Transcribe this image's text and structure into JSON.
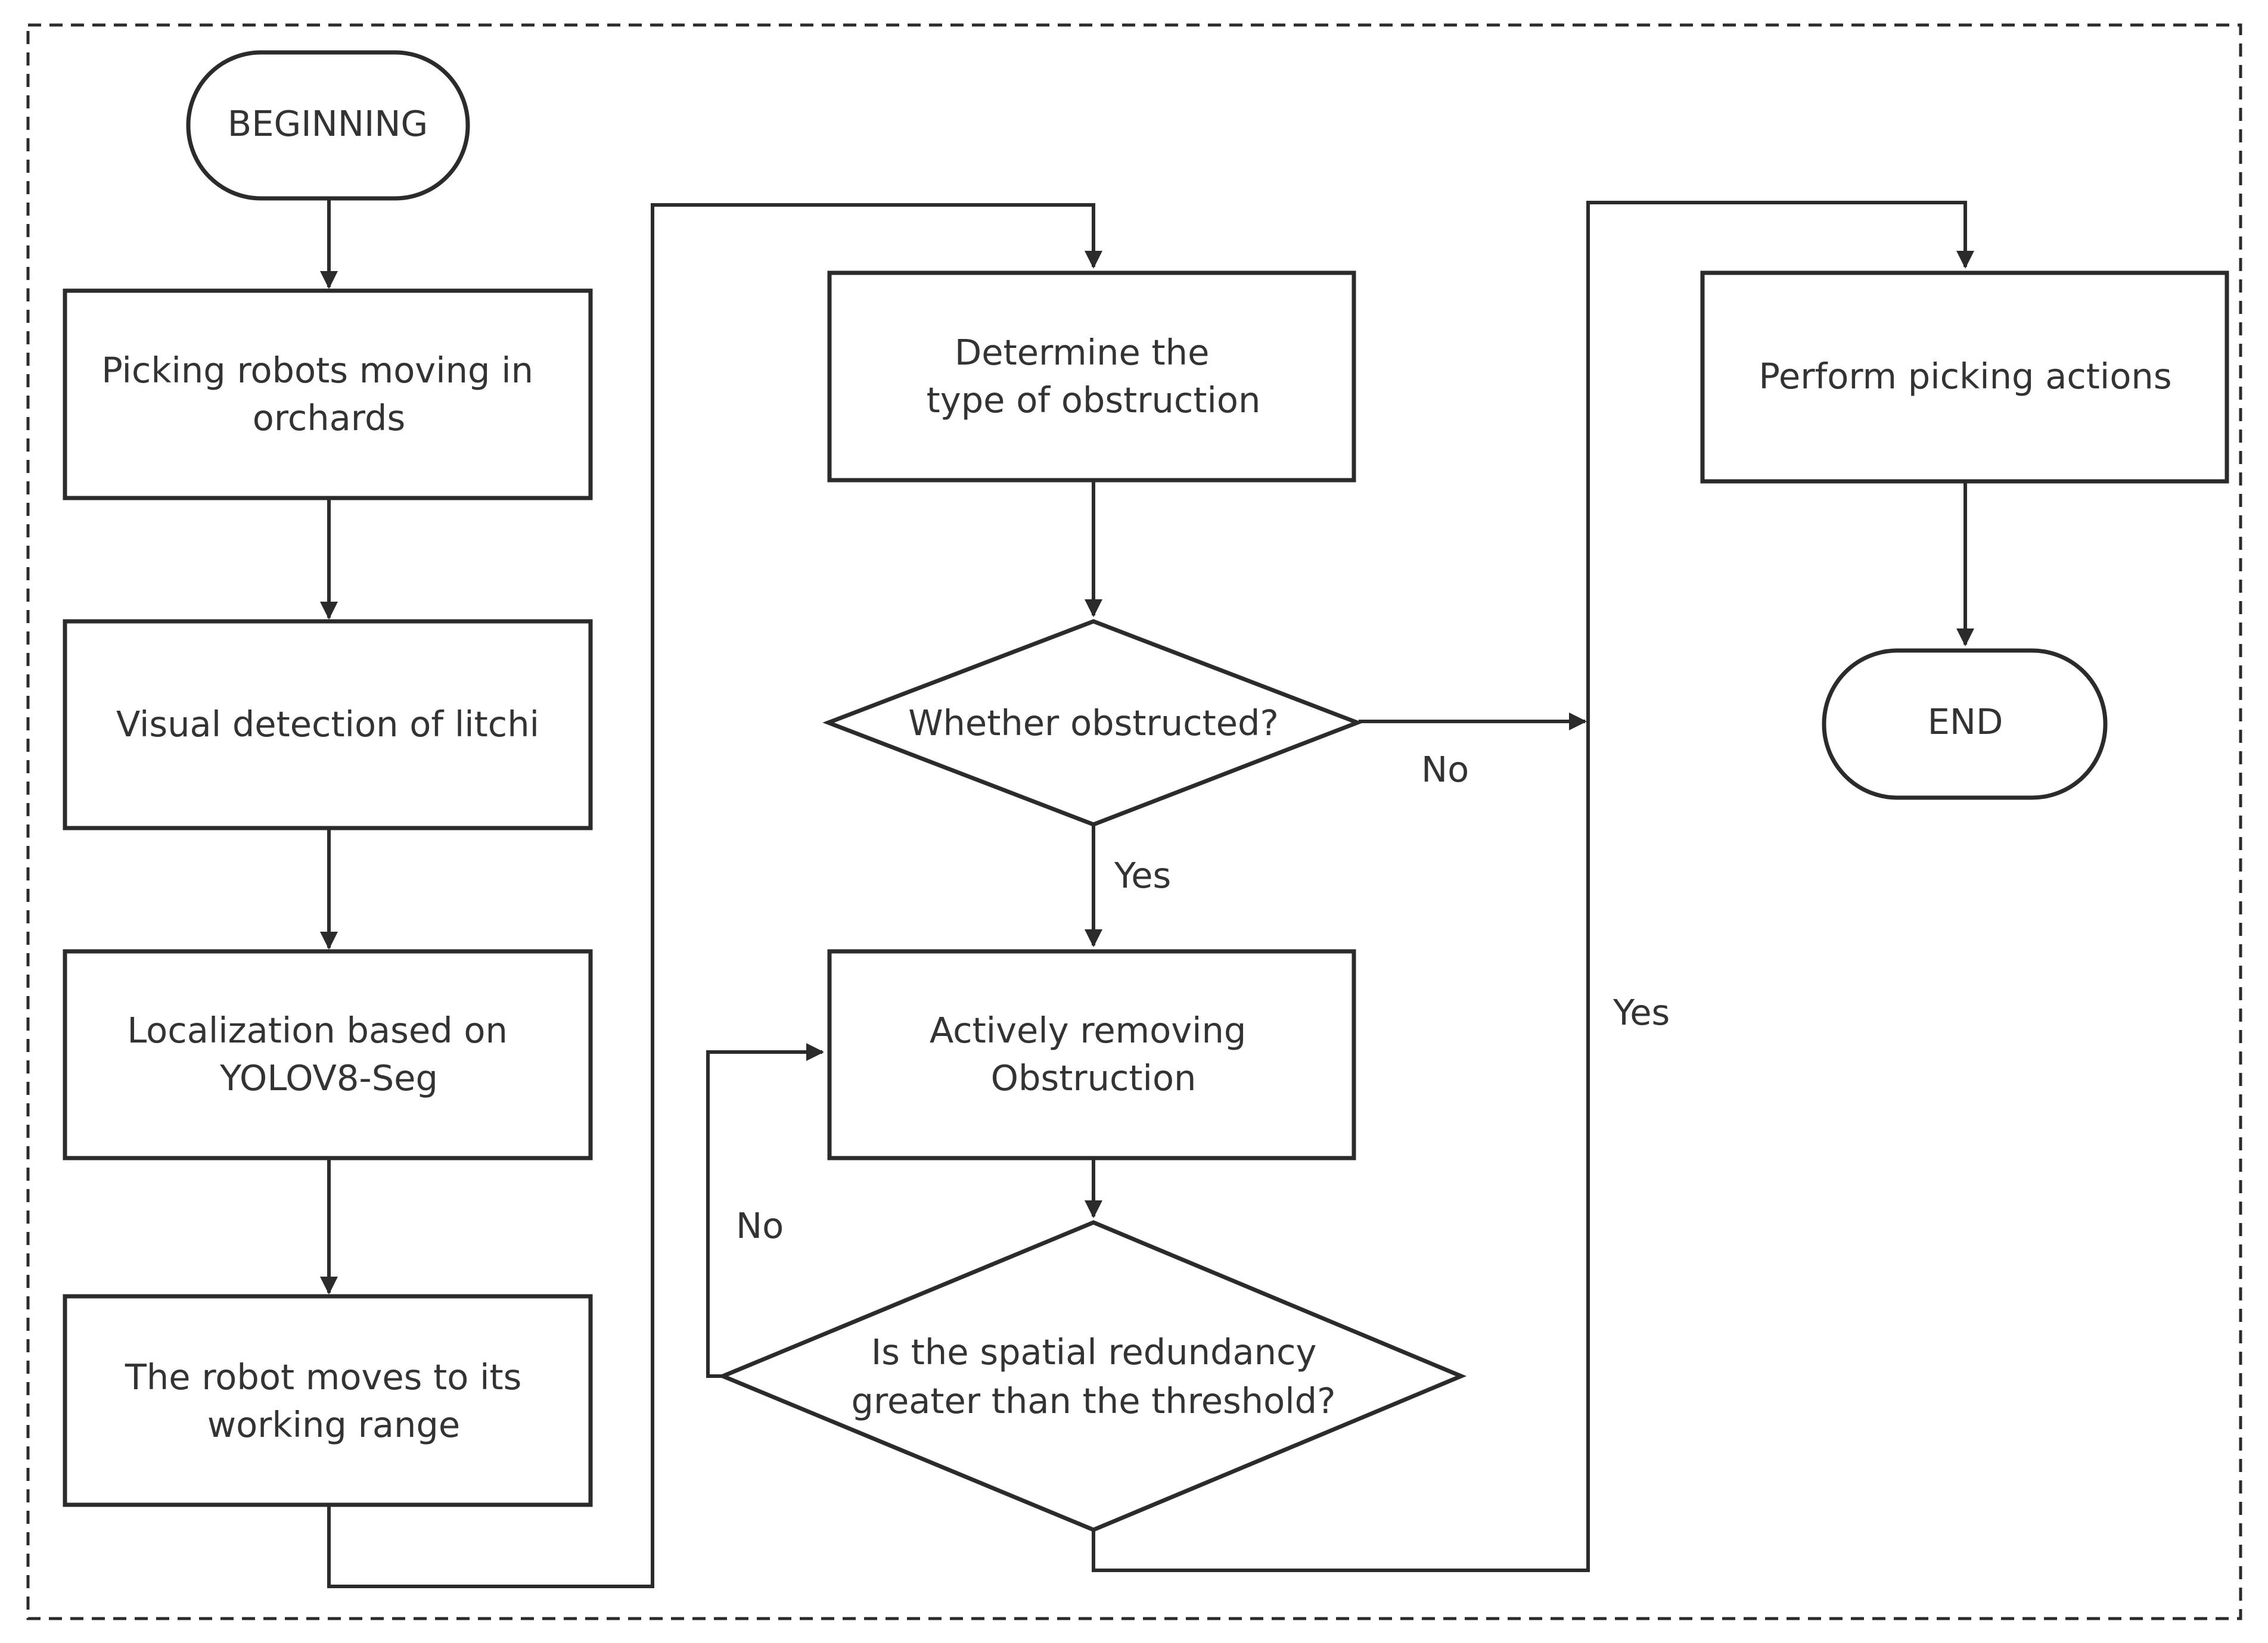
{
  "colors": {
    "line": "#2b2b2b",
    "text": "#333333",
    "background": "#ffffff"
  },
  "nodes": {
    "start": {
      "label": "BEGINNING"
    },
    "picking_robots": {
      "lines": [
        "Picking robots moving in",
        "orchards"
      ]
    },
    "visual_detection": {
      "lines": [
        "Visual detection of litchi"
      ]
    },
    "localization": {
      "lines": [
        "Localization based on",
        "YOLOV8-Seg"
      ]
    },
    "robot_moves": {
      "lines": [
        "The robot moves to its",
        "working range"
      ]
    },
    "determine_type": {
      "lines": [
        "Determine the",
        "type of obstruction"
      ]
    },
    "whether_obstructed": {
      "lines": [
        "Whether obstructed?"
      ]
    },
    "actively_removing": {
      "lines": [
        "Actively removing",
        "Obstruction"
      ]
    },
    "spatial_redundancy": {
      "lines": [
        "Is the spatial redundancy",
        "greater than the threshold?"
      ]
    },
    "perform_picking": {
      "lines": [
        "Perform picking actions"
      ]
    },
    "end": {
      "label": "END"
    }
  },
  "edge_labels": {
    "obstructed_no": "No",
    "obstructed_yes": "Yes",
    "redundancy_no": "No",
    "redundancy_yes": "Yes"
  }
}
